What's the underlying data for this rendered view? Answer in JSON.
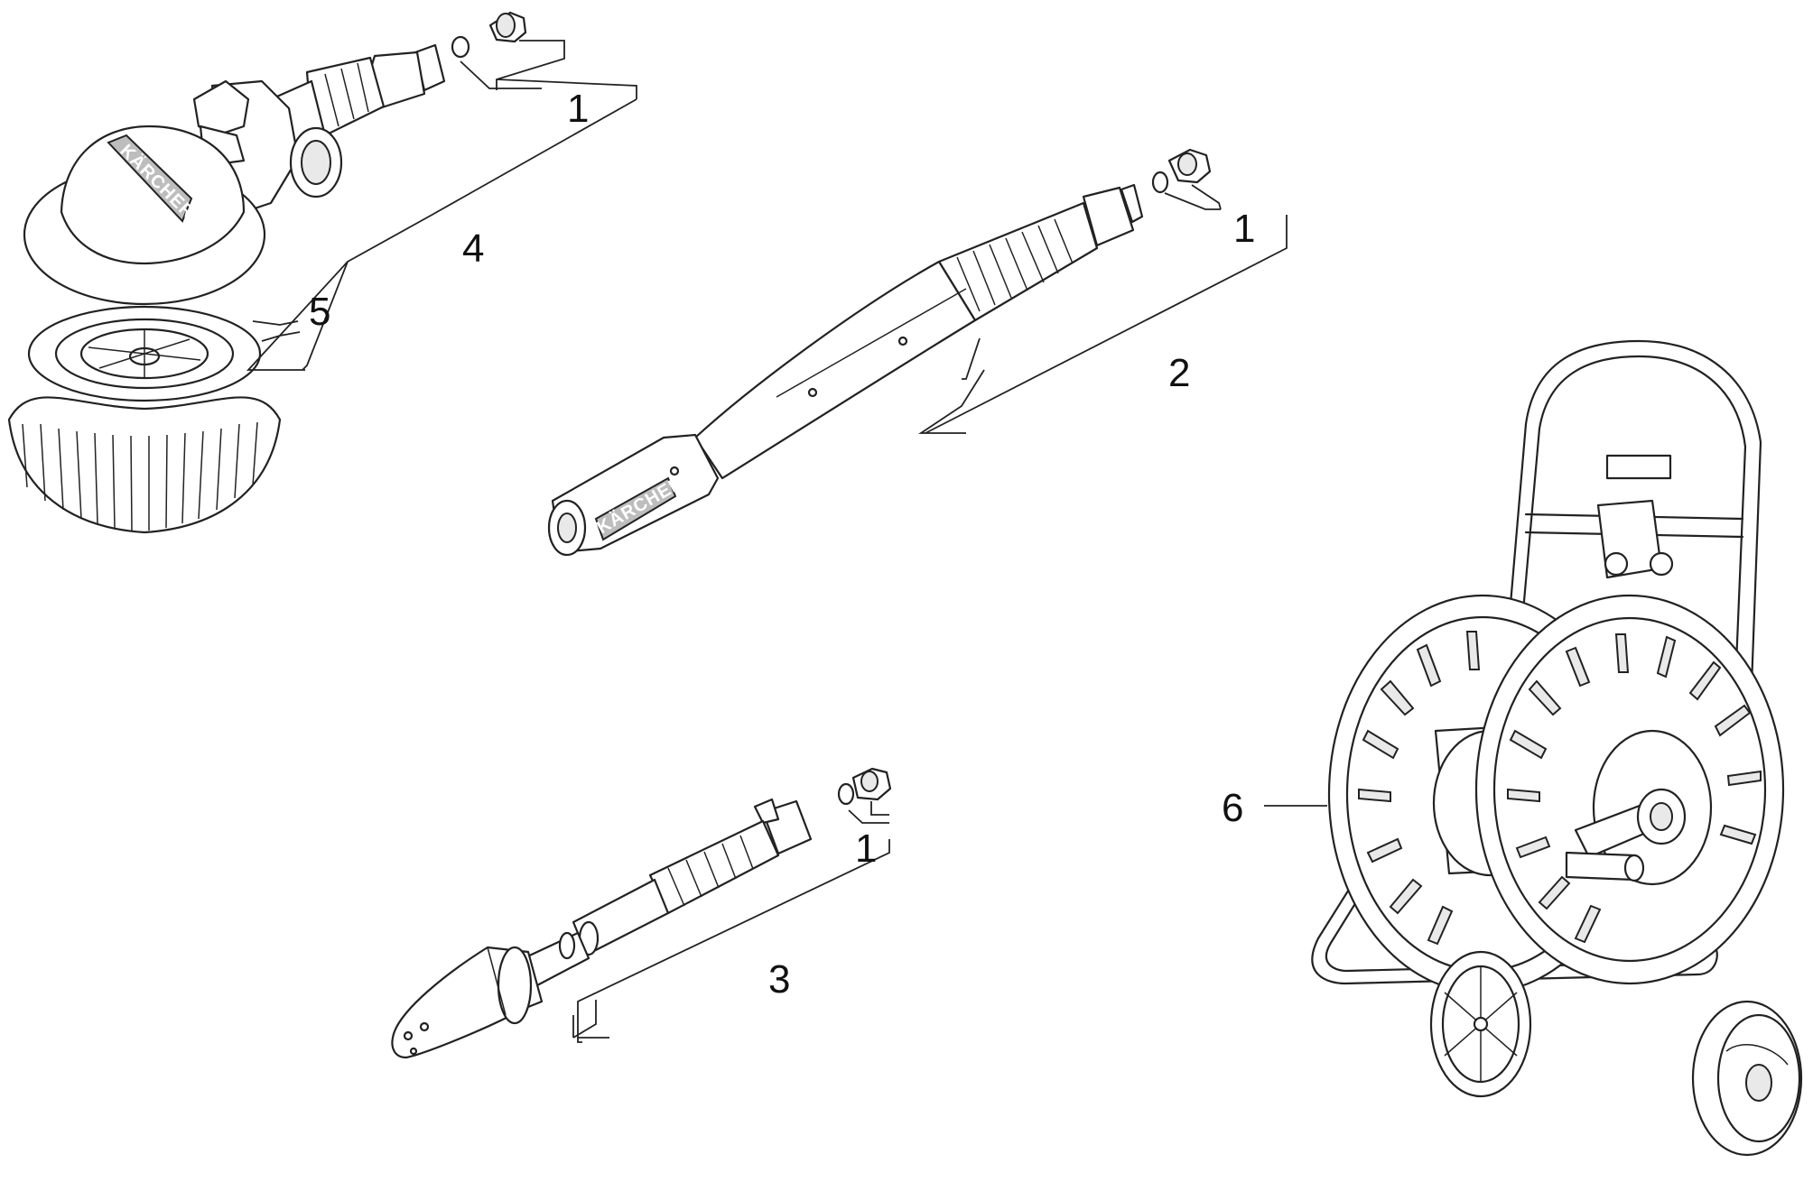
{
  "callouts": {
    "c1a": "1",
    "c1b": "1",
    "c1c": "1",
    "c2": "2",
    "c3": "3",
    "c4": "4",
    "c5": "5",
    "c6": "6"
  },
  "brand": {
    "logo_brush": "KÄRCHER",
    "logo_lance": "KÄRCHER"
  }
}
